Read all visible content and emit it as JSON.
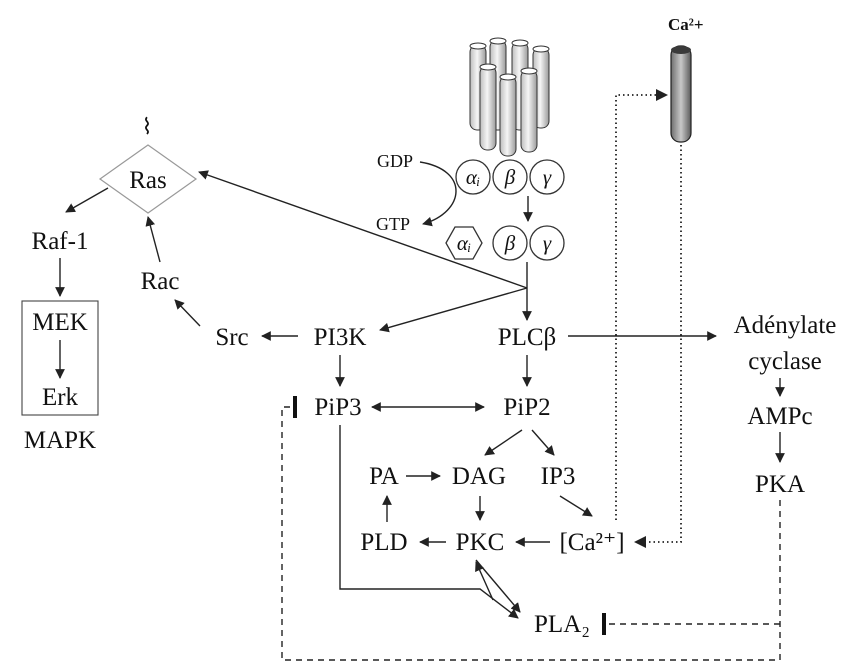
{
  "labels": {
    "ras": "Ras",
    "raf1": "Raf-1",
    "mek": "MEK",
    "erk": "Erk",
    "mapk": "MAPK",
    "rac": "Rac",
    "src": "Src",
    "pi3k": "PI3K",
    "plcb": "PLCβ",
    "adenylate": "Adénylate",
    "cyclase": "cyclase",
    "ampc": "AMPc",
    "pka": "PKA",
    "pip3": "PiP3",
    "pip2": "PiP2",
    "pa": "PA",
    "dag": "DAG",
    "ip3": "IP3",
    "pld": "PLD",
    "pkc": "PKC",
    "ca_inner": "[Ca²⁺]",
    "pla2": "PLA₂",
    "ca_channel": "Ca²+",
    "gdp": "GDP",
    "gtp": "GTP",
    "alpha_i": "αᵢ",
    "beta": "β",
    "gamma": "γ",
    "lipid_anchor": "⌇"
  },
  "colors": {
    "line": "#222222",
    "text": "#111111",
    "receptor_fill": "#e8e8e8",
    "channel_fill": "#9a9a9a"
  }
}
